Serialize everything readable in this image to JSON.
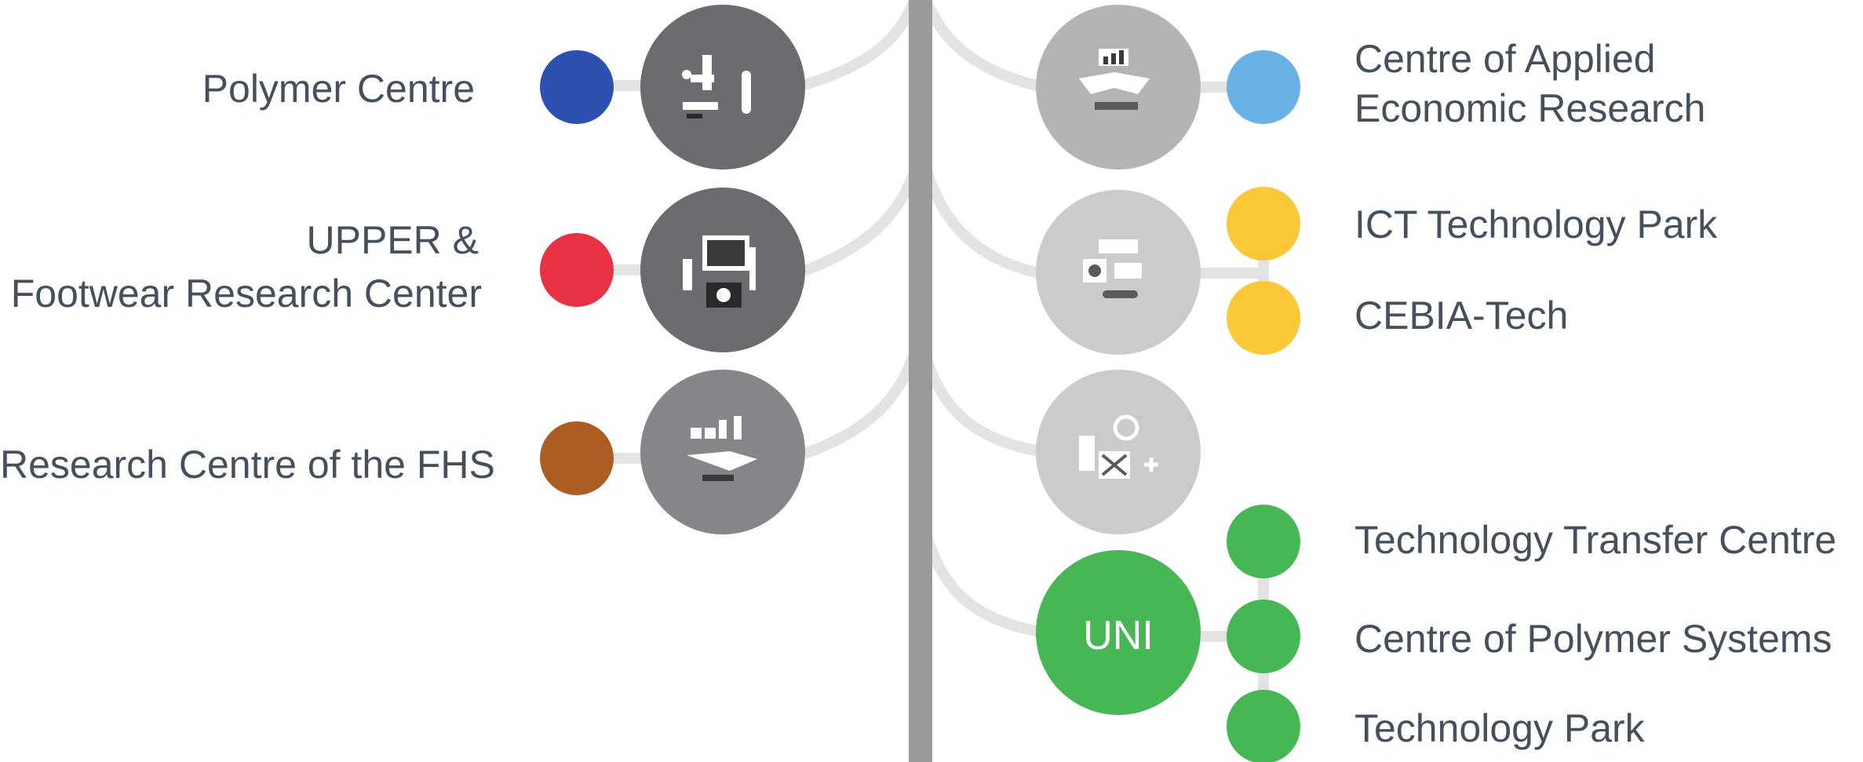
{
  "colors": {
    "trunk": "#999a9c",
    "branch": "#e3e3e3",
    "dark_node": "#6b6c6f",
    "mid_node": "#858689",
    "light_node": "#b3b4b6",
    "lighter_node": "#cacbcd",
    "green": "#47b654",
    "blue": "#2c51b0",
    "red": "#e93144",
    "brown": "#ad5c22",
    "light_blue": "#6ab1e6",
    "yellow": "#fbc83a",
    "text": "#46505c"
  },
  "left": {
    "polymer_centre": {
      "label": "Polymer Centre",
      "icon": "lab-flask-microscope-icon"
    },
    "upper": {
      "label_line1": "UPPER & ",
      "label_line2": "Footwear Research Center",
      "icon": "computer-camera-icon"
    },
    "fhs": {
      "label": "Research Centre of the FHS",
      "icon": "handshake-factory-icon"
    }
  },
  "right": {
    "applied_economic": {
      "label_line1": "Centre of Applied",
      "label_line2": "Economic Research",
      "icon": "handshake-chart-icon"
    },
    "ict_park": {
      "label": "ICT Technology Park",
      "icon": "circuit-robot-icon"
    },
    "cebia_tech": {
      "label": "CEBIA-Tech"
    },
    "medical_node": {
      "icon": "medical-device-icon"
    },
    "uni": {
      "label": "UNI"
    },
    "technology_transfer": {
      "label": "Technology Transfer Centre"
    },
    "polymer_systems": {
      "label": "Centre of Polymer Systems"
    },
    "technology_park": {
      "label": "Technology Park"
    }
  }
}
